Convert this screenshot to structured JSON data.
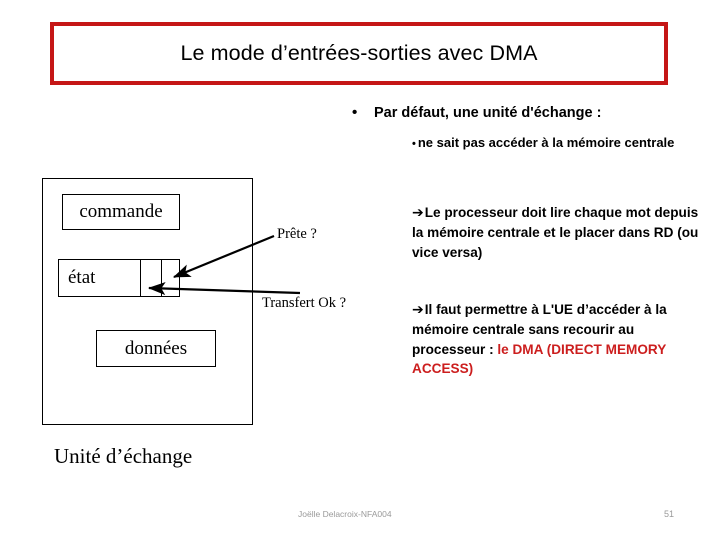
{
  "slide": {
    "title": "Le mode d’entrées-sorties avec DMA",
    "title_border_color": "#c51616",
    "accent_red": "#cc1e1e"
  },
  "bullets": {
    "main_marker": "•",
    "main": "Par défaut, une unité d'échange :",
    "sub_marker": "•",
    "sub": "ne sait pas accéder à la mémoire centrale"
  },
  "paragraphs": {
    "arrow_marker": "➔",
    "p1": "Le processeur doit lire chaque mot depuis la mémoire centrale et le placer dans RD (ou vice versa)",
    "p2_black": "Il faut permettre à L'UE d’accéder à la mémoire centrale sans recourir au processeur : ",
    "p2_red": "le DMA (DIRECT MEMORY ACCESS)"
  },
  "diagram": {
    "registers": [
      {
        "name": "commande",
        "label": "commande"
      },
      {
        "name": "etat",
        "label": "état"
      },
      {
        "name": "donnees",
        "label": "données"
      }
    ],
    "caption": "Unité d’échange",
    "annotations": [
      {
        "name": "prete",
        "label": "Prête ?"
      },
      {
        "name": "transfert",
        "label": "Transfert Ok ?"
      }
    ]
  },
  "footer": {
    "author": "Joëlle Delacroix-NFA004",
    "page": "51"
  }
}
